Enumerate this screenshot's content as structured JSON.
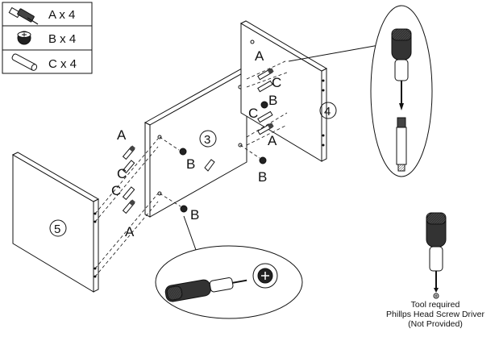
{
  "legend": [
    {
      "key": "dowel-screw",
      "text": "A x 4"
    },
    {
      "key": "cam-lock",
      "text": "B x 4"
    },
    {
      "key": "wood-dowel",
      "text": "C x 4"
    }
  ],
  "panel_numbers": {
    "p3": "3",
    "p4": "4",
    "p5": "5"
  },
  "labels": {
    "a_left_top": "A",
    "c_left_mid": "C",
    "c_left_low": "C",
    "a_left_bottom": "A",
    "b_center": "B",
    "b_bottom": "B",
    "a_right_top": "A",
    "c_right_1": "C",
    "b_right_1": "B",
    "c_right_2": "C",
    "a_right_2": "A",
    "b_right_2": "B"
  },
  "tool_caption": {
    "line1": "Tool required",
    "line2": "Phillps Head Screw Driver",
    "line3": "(Not Provided)"
  }
}
